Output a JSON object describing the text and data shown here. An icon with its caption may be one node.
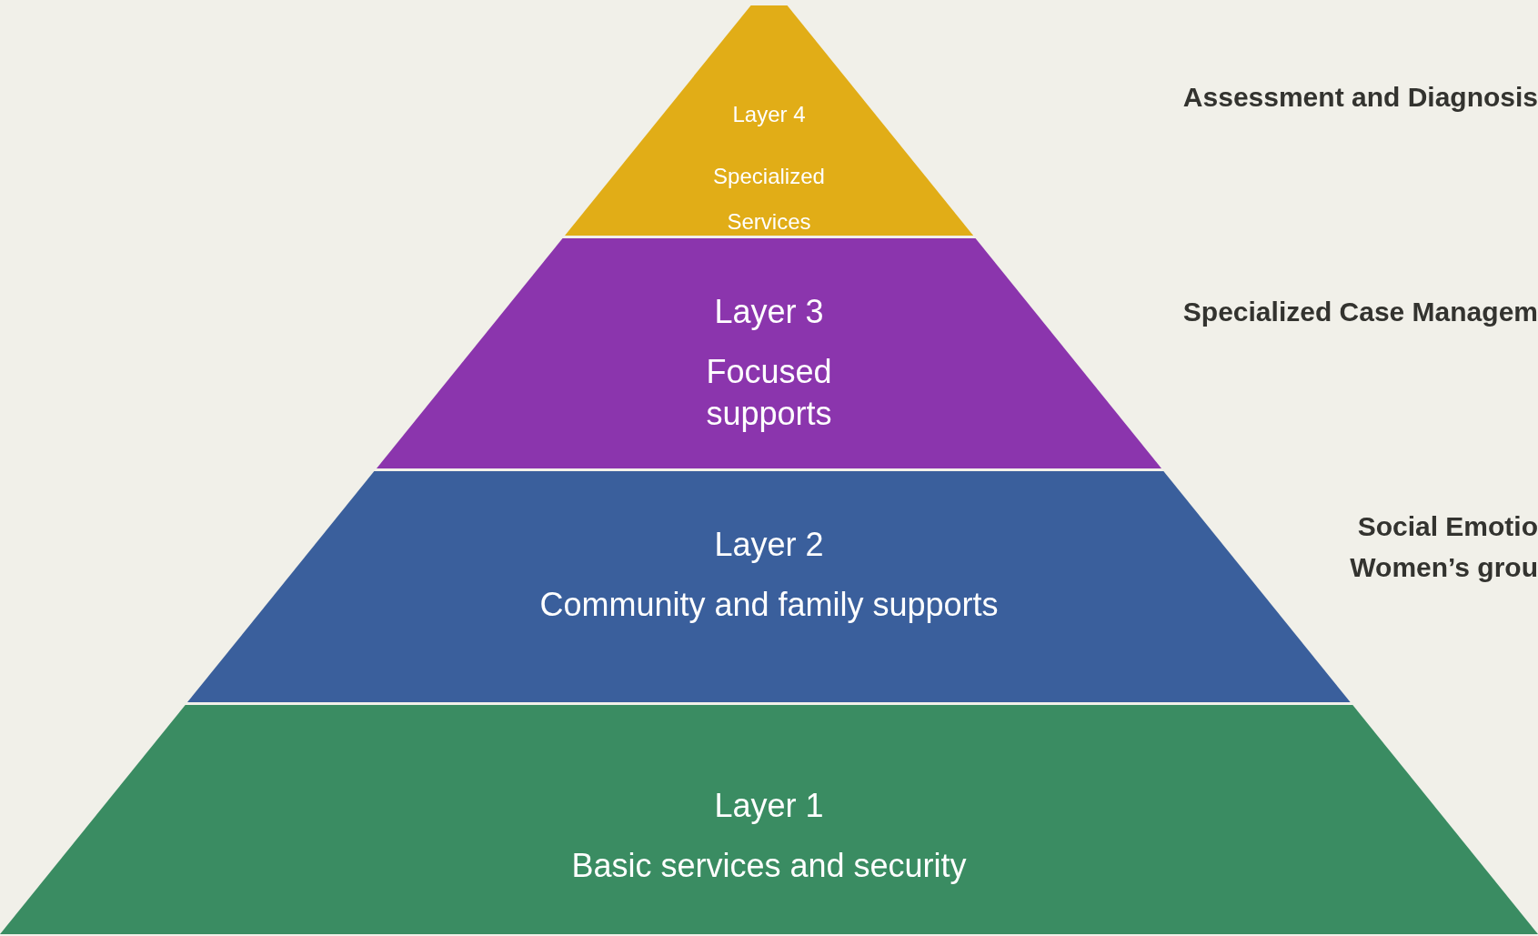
{
  "diagram": {
    "nodes": [
      {
        "text": [
          "Layer 4",
          "Specialized Services"
        ]
      },
      {
        "text": [
          "Layer 3",
          "Focused supports"
        ]
      },
      {
        "text": [
          "Layer 2",
          "Community and family supports"
        ]
      },
      {
        "text": [
          "Layer 1",
          "Basic services and security"
        ]
      }
    ],
    "labels": [
      "Assessment and Diagnosis",
      "Specialized Case Managem",
      "Social Emotio",
      "Women’s grou"
    ]
  }
}
